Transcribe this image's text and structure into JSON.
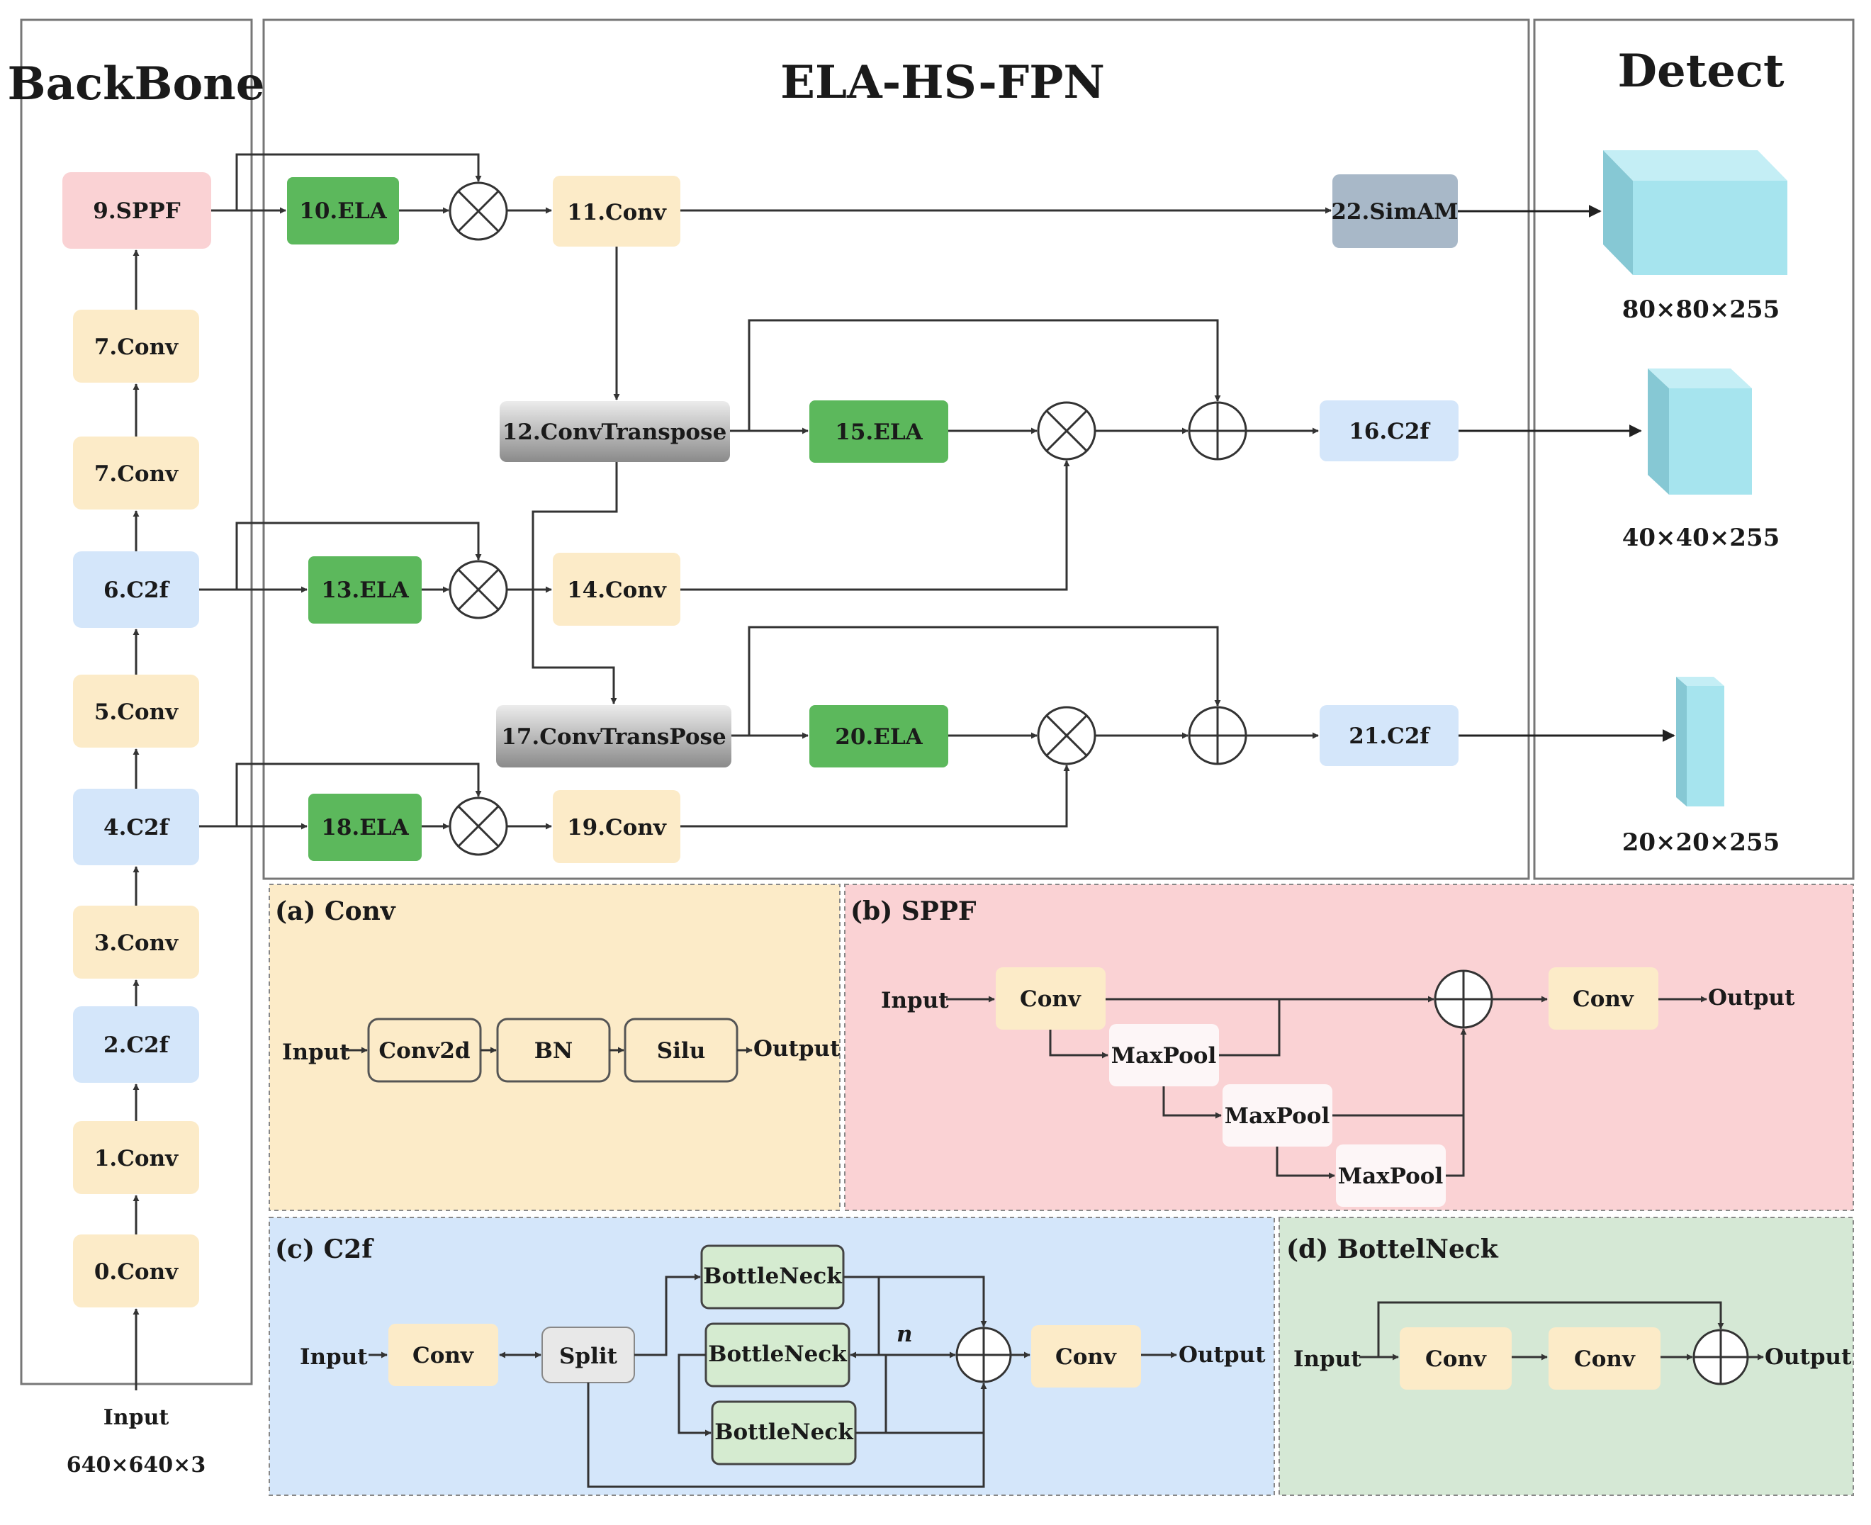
{
  "colors": {
    "conv": "#fcebc8",
    "c2f": "#d4e6fa",
    "sppf": "#fad2d4",
    "ela": "#5cb85c",
    "simam": "#a8b8c8",
    "convtranspose_top": "#e0e0e0",
    "convtranspose_bottom": "#909090",
    "cube_front": "#a6e4ee",
    "cube_top": "#c4eef5",
    "cube_side": "#86c8d4",
    "panel_a_bg": "#fcebc8",
    "panel_b_bg": "#fad2d4",
    "panel_c_bg": "#d4e6fa",
    "panel_d_bg": "#d5e8d5",
    "bottleneck": "#d5ebd0",
    "line": "#333333"
  },
  "panels": {
    "backbone": "BackBone",
    "fpn": "ELA-HS-FPN",
    "detect": "Detect"
  },
  "backbone": {
    "sppf": "9.SPPF",
    "conv8": "7.Conv",
    "conv7": "7.Conv",
    "c2f6": "6.C2f",
    "conv5": "5.Conv",
    "c2f4": "4.C2f",
    "conv3": "3.Conv",
    "c2f2": "2.C2f",
    "conv1": "1.Conv",
    "conv0": "0.Conv",
    "input": "Input",
    "input_size": "640×640×3"
  },
  "fpn": {
    "ela10": "10.ELA",
    "conv11": "11.Conv",
    "simam22": "22.SimAM",
    "convtranspose12": "12.ConvTranspose",
    "ela15": "15.ELA",
    "c2f16": "16.C2f",
    "ela13": "13.ELA",
    "conv14": "14.Conv",
    "convtranspose17": "17.ConvTransPose",
    "ela20": "20.ELA",
    "c2f21": "21.C2f",
    "ela18": "18.ELA",
    "conv19": "19.Conv"
  },
  "detect": {
    "out_large": "80×80×255",
    "out_medium": "40×40×255",
    "out_small": "20×20×255"
  },
  "panel_a": {
    "title": "(a) Conv",
    "input": "Input",
    "conv2d": "Conv2d",
    "bn": "BN",
    "silu": "Silu",
    "output": "Output"
  },
  "panel_b": {
    "title": "(b) SPPF",
    "input": "Input",
    "conv_in": "Conv",
    "maxpool1": "MaxPool",
    "maxpool2": "MaxPool",
    "maxpool3": "MaxPool",
    "conv_out": "Conv",
    "output": "Output"
  },
  "panel_c": {
    "title": "(c) C2f",
    "input": "Input",
    "conv_in": "Conv",
    "split": "Split",
    "bottleneck1": "BottleNeck",
    "bottleneck2": "BottleNeck",
    "bottleneck3": "BottleNeck",
    "n": "n",
    "conv_out": "Conv",
    "output": "Output"
  },
  "panel_d": {
    "title": "(d) BottelNeck",
    "input": "Input",
    "conv1": "Conv",
    "conv2": "Conv",
    "output": "Output"
  }
}
